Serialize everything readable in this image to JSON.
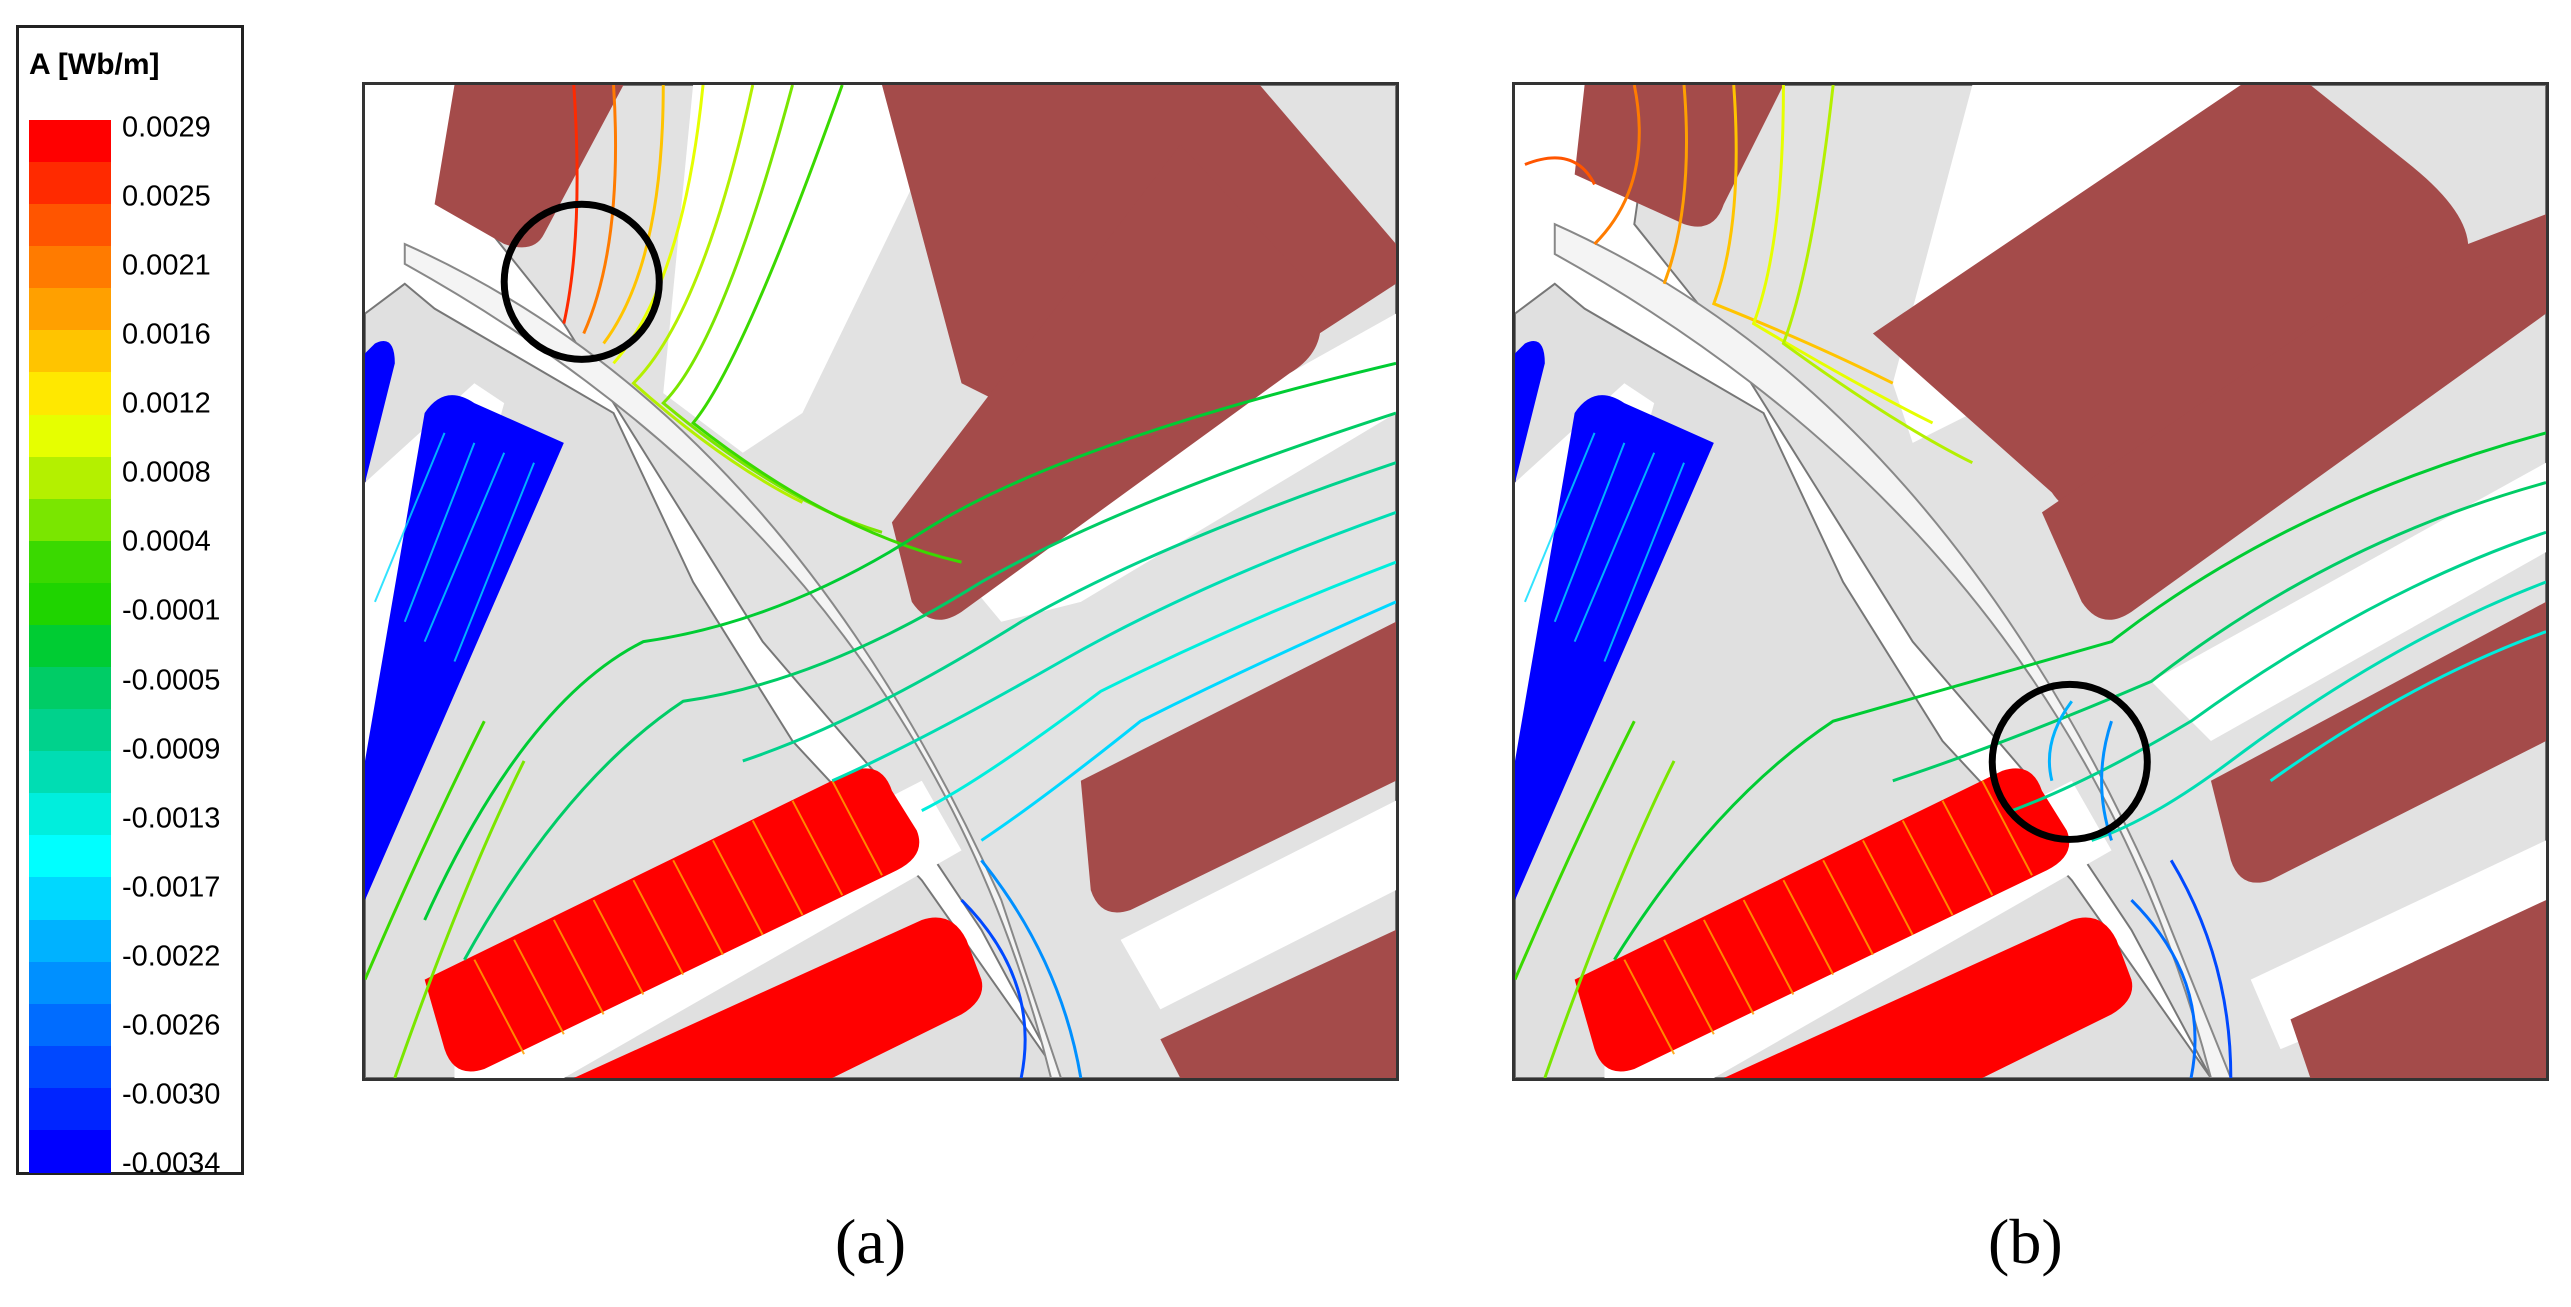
{
  "legend": {
    "title": "A [Wb/m]",
    "ticks": [
      "0.0029",
      "0.0025",
      "0.0021",
      "0.0016",
      "0.0012",
      "0.0008",
      "0.0004",
      "-0.0001",
      "-0.0005",
      "-0.0009",
      "-0.0013",
      "-0.0017",
      "-0.0022",
      "-0.0026",
      "-0.0030",
      "-0.0034"
    ],
    "colors": [
      "#ff0000",
      "#ff2a00",
      "#ff5500",
      "#ff7b00",
      "#ffa000",
      "#ffc400",
      "#ffe800",
      "#e6ff00",
      "#b4f000",
      "#7ae600",
      "#3ad900",
      "#1fd400",
      "#00cc33",
      "#00cc66",
      "#00d28c",
      "#00ddb3",
      "#00eedd",
      "#00ffff",
      "#00d8ff",
      "#00b2ff",
      "#0090ff",
      "#006cff",
      "#0048ff",
      "#0024ff",
      "#0000ff"
    ]
  },
  "panels": [
    {
      "caption": "(a)",
      "highlight": "upper-left-tooth"
    },
    {
      "caption": "(b)",
      "highlight": "center-tooth"
    }
  ],
  "colors": {
    "stator_slot": "#a44b4a",
    "coil_positive": "#ff0000",
    "coil_negative": "#0000ff",
    "iron": "#e0e0e0",
    "air": "#ffffff",
    "marker": "#000000"
  }
}
